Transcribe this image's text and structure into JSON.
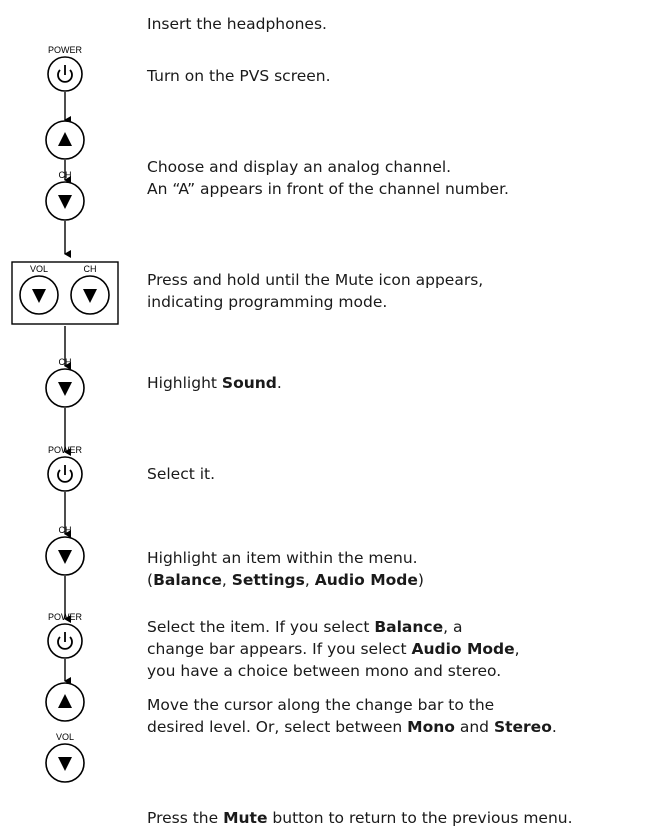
{
  "steps": [
    {
      "id": "s1",
      "segments": [
        {
          "text": "Insert the headphones."
        }
      ]
    },
    {
      "id": "s2",
      "segments": [
        {
          "text": "Turn on the PVS screen."
        }
      ]
    },
    {
      "id": "s3",
      "segments": [
        {
          "text": "Choose and display an analog channel."
        }
      ]
    },
    {
      "id": "s3b",
      "segments": [
        {
          "text": "An “A” appears in front of the channel number."
        }
      ]
    },
    {
      "id": "s4",
      "segments": [
        {
          "text": "Press and hold until the Mute icon appears,"
        }
      ]
    },
    {
      "id": "s4b",
      "segments": [
        {
          "text": "indicating programming mode."
        }
      ]
    },
    {
      "id": "s5",
      "segments": [
        {
          "text": "Highlight "
        },
        {
          "text": "Sound",
          "bold": true
        },
        {
          "text": "."
        }
      ]
    },
    {
      "id": "s6",
      "segments": [
        {
          "text": "Select it."
        }
      ]
    },
    {
      "id": "s7",
      "segments": [
        {
          "text": "Highlight an item within the menu."
        }
      ]
    },
    {
      "id": "s7b",
      "segments": [
        {
          "text": "("
        },
        {
          "text": "Balance",
          "bold": true
        },
        {
          "text": ", "
        },
        {
          "text": "Settings",
          "bold": true
        },
        {
          "text": ", "
        },
        {
          "text": "Audio Mode",
          "bold": true
        },
        {
          "text": ")"
        }
      ]
    },
    {
      "id": "s8",
      "segments": [
        {
          "text": "Select the item. If you select "
        },
        {
          "text": "Balance",
          "bold": true
        },
        {
          "text": ", a"
        }
      ]
    },
    {
      "id": "s8b",
      "segments": [
        {
          "text": "change bar appears. If you select "
        },
        {
          "text": "Audio Mode",
          "bold": true
        },
        {
          "text": ","
        }
      ]
    },
    {
      "id": "s8c",
      "segments": [
        {
          "text": "you have a choice between mono and stereo."
        }
      ]
    },
    {
      "id": "s9",
      "segments": [
        {
          "text": "Move the cursor along the change bar to the"
        }
      ]
    },
    {
      "id": "s9b",
      "segments": [
        {
          "text": "desired level. Or, select between "
        },
        {
          "text": "Mono",
          "bold": true
        },
        {
          "text": " and "
        },
        {
          "text": "Stereo",
          "bold": true
        },
        {
          "text": "."
        }
      ]
    },
    {
      "id": "s10",
      "segments": [
        {
          "text": "Press the "
        },
        {
          "text": "Mute",
          "bold": true
        },
        {
          "text": " button to return to the previous menu."
        }
      ]
    }
  ],
  "buttons": [
    {
      "id": "b1",
      "label": "POWER",
      "icon": "power-icon"
    },
    {
      "id": "b2",
      "label": "",
      "icon": "up-triangle-icon"
    },
    {
      "id": "b3",
      "label": "CH",
      "icon": "down-triangle-icon"
    },
    {
      "id": "b4a",
      "label": "VOL",
      "icon": "down-triangle-icon"
    },
    {
      "id": "b4b",
      "label": "CH",
      "icon": "down-triangle-icon"
    },
    {
      "id": "b5",
      "label": "CH",
      "icon": "down-triangle-icon"
    },
    {
      "id": "b6",
      "label": "POWER",
      "icon": "power-icon"
    },
    {
      "id": "b7",
      "label": "CH",
      "icon": "down-triangle-icon"
    },
    {
      "id": "b8",
      "label": "POWER",
      "icon": "power-icon"
    },
    {
      "id": "b9",
      "label": "",
      "icon": "up-triangle-icon"
    },
    {
      "id": "b10",
      "label": "VOL",
      "icon": "down-triangle-icon"
    }
  ]
}
